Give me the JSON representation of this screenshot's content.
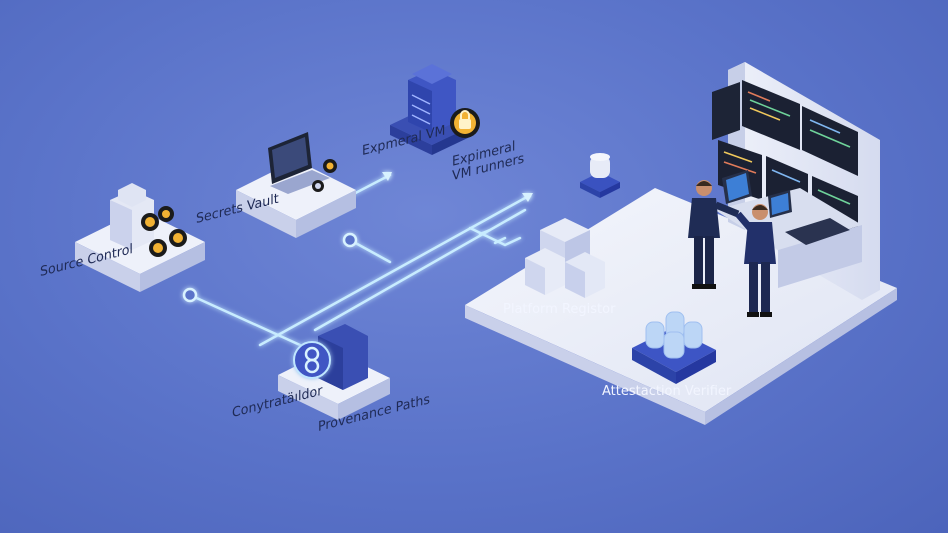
{
  "labels": {
    "source_control": "Source Control",
    "secrets_vault": "Secrets Vault",
    "ephemeral_vm": "Expmeral VM",
    "ephemeral_vm_runners": "Expimeral\nVM runners",
    "platform_registry": "Platform Registor",
    "attestation_verifier": "Attestaction Verifier",
    "orchestrator": "Conytratäıldor",
    "provenance_paths": "Provenance Paths"
  },
  "colors": {
    "background": "#5a73c9",
    "platform": "#e9edf8",
    "platform_edge": "#3b52b8",
    "glow_line": "#bfe6ff",
    "lock_gold": "#f2b233",
    "navy_block": "#3a4fb3"
  },
  "icons": [
    "padlock-icon",
    "laptop-icon",
    "server-stack-icon",
    "monitor-wall-icon",
    "shield-icon"
  ]
}
